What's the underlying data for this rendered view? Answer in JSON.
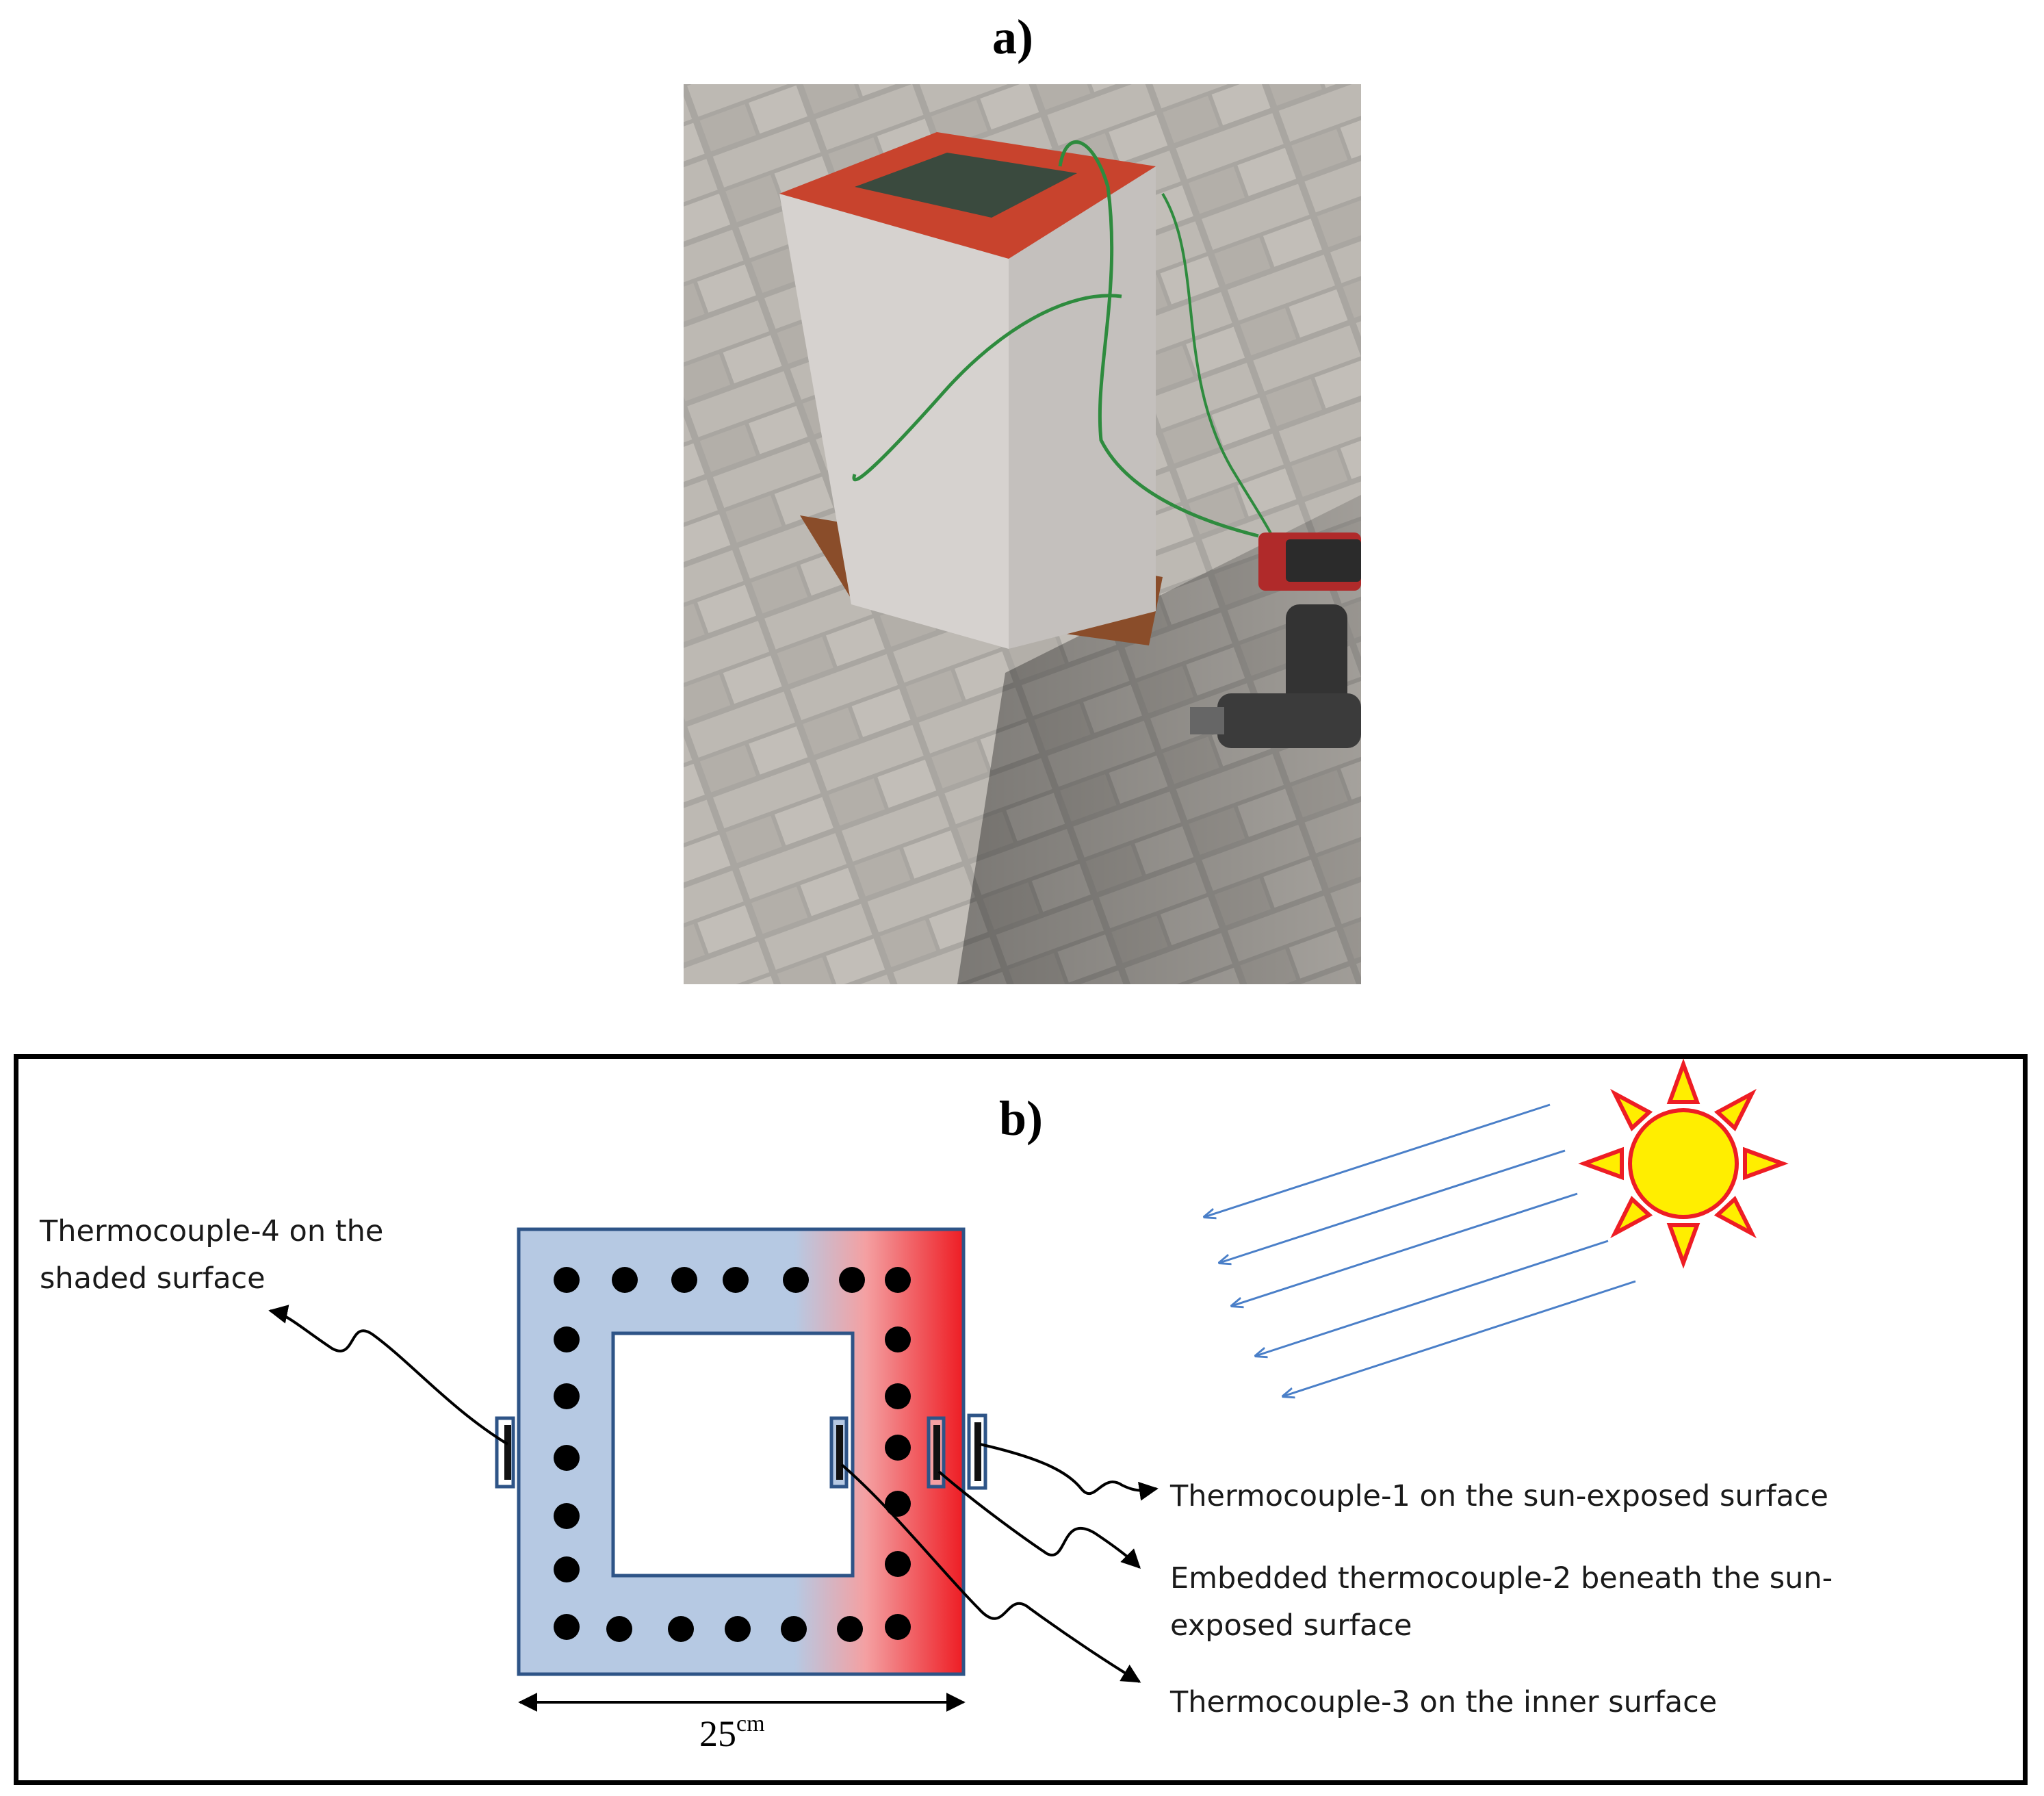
{
  "panel_a": {
    "label": "a)"
  },
  "panel_b": {
    "label": "b)",
    "annotations": {
      "tc4": "Thermocouple-4 on the shaded surface",
      "tc1": "Thermocouple-1 on the sun-exposed surface",
      "tc2": "Embedded thermocouple-2 beneath the sun-exposed surface",
      "tc3": "Thermocouple-3 on the inner surface"
    },
    "dimension": {
      "value": "25",
      "unit": "cm"
    }
  },
  "colors": {
    "cold_face": "#b6c9e3",
    "hot_face": "#ee1d24",
    "outline": "#2e5487",
    "sun_fill": "#ffee00",
    "sun_stroke": "#ee1d24",
    "ray": "#4a7fc8"
  }
}
